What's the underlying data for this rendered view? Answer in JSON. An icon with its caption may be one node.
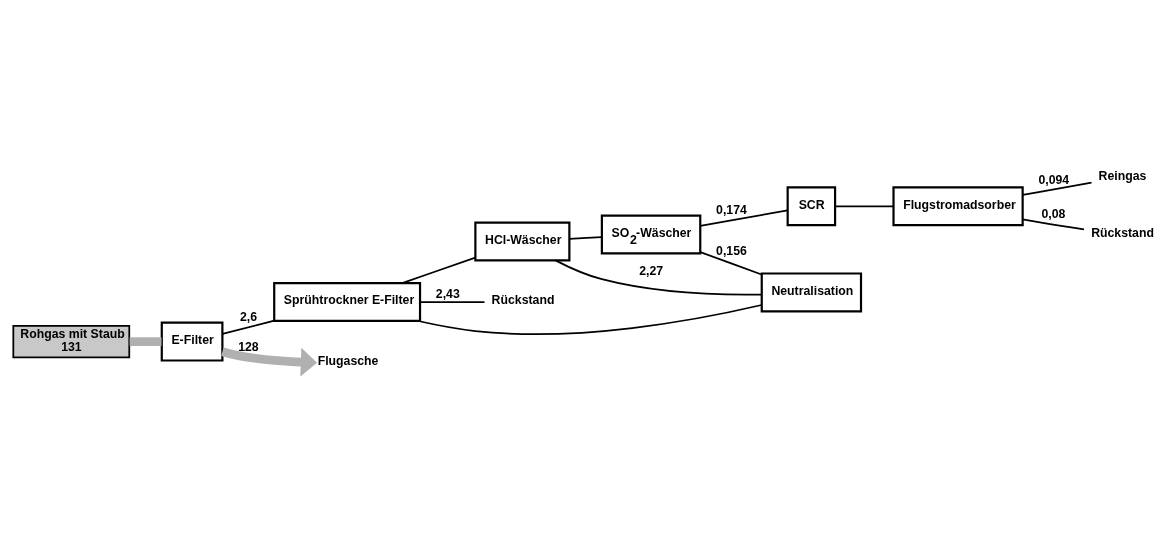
{
  "diagram": {
    "nodes": [
      {
        "text": [
          "Rohgas mit Staub",
          "131"
        ]
      },
      {
        "text": [
          "E-Filter"
        ]
      },
      {
        "text": [
          "Sprühtrockner E-Filter"
        ]
      },
      {
        "text": [
          "HCl-Wäscher"
        ]
      },
      {
        "text": [
          "SO$_{2}$-Wäscher"
        ]
      },
      {
        "text": [
          "Neutralisation"
        ]
      },
      {
        "text": [
          "SCR"
        ]
      },
      {
        "text": [
          "Flugstromadsorber"
        ]
      },
      {
        "text": [
          "Flugasche"
        ]
      },
      {
        "text": [
          "Rückstand"
        ]
      },
      {
        "text": [
          "Reingas"
        ]
      },
      {
        "text": [
          "Rückstand"
        ]
      }
    ],
    "edges": [
      {
        "from": 0,
        "to": 1,
        "arrow": "none",
        "style": "thick",
        "color": "#b0b0b0"
      },
      {
        "from": 1,
        "to": 2,
        "arrow": "none",
        "label": "2,6"
      },
      {
        "from": 1,
        "to": 8,
        "arrow": "to",
        "label": "128",
        "style": "thick",
        "color": "#b0b0b0"
      },
      {
        "from": 2,
        "to": 3,
        "arrow": "none"
      },
      {
        "from": 3,
        "to": 4,
        "arrow": "none"
      },
      {
        "from": 4,
        "to": 6,
        "arrow": "none",
        "label": "0,174"
      },
      {
        "from": 6,
        "to": 7,
        "arrow": "none"
      },
      {
        "from": 7,
        "to": 10,
        "arrow": "none",
        "label": "0,094"
      },
      {
        "from": 3,
        "to": 5,
        "arrow": "none",
        "label": "2,27"
      },
      {
        "from": 4,
        "to": 5,
        "arrow": "none",
        "label": "0,156"
      },
      {
        "from": 5,
        "to": 2,
        "arrow": "none"
      },
      {
        "from": 2,
        "to": 9,
        "arrow": "none",
        "label": "2,43"
      },
      {
        "from": 7,
        "to": 11,
        "arrow": "none",
        "label": "0,08"
      }
    ]
  }
}
